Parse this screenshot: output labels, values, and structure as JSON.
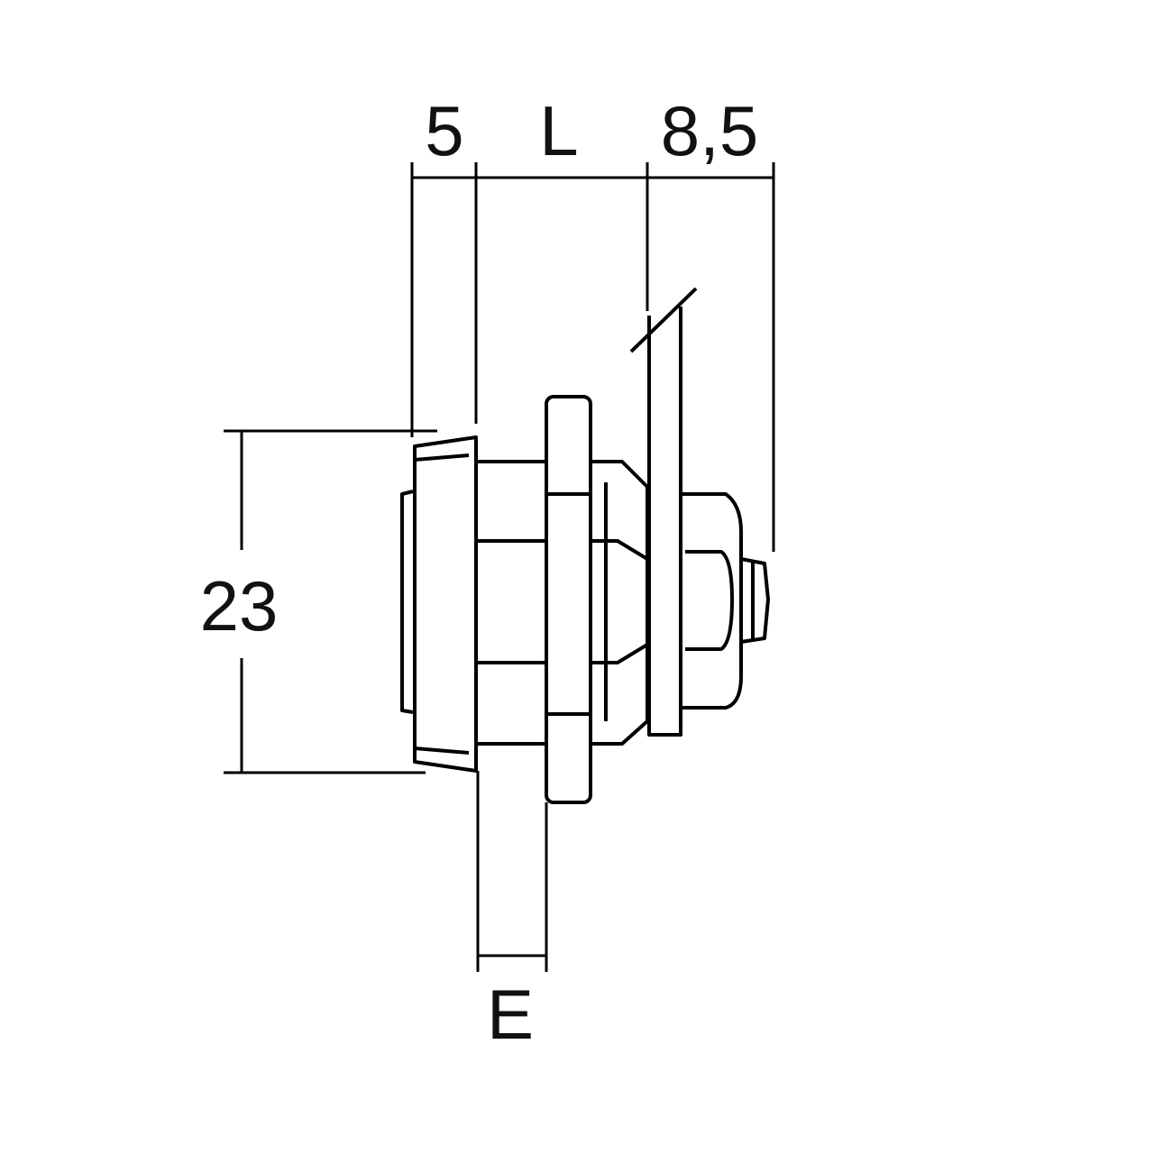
{
  "dimensions": {
    "bezel_depth": "5",
    "body_length": "L",
    "spindle_length": "8,5",
    "bezel_diameter": "23",
    "panel_thickness": "E"
  }
}
